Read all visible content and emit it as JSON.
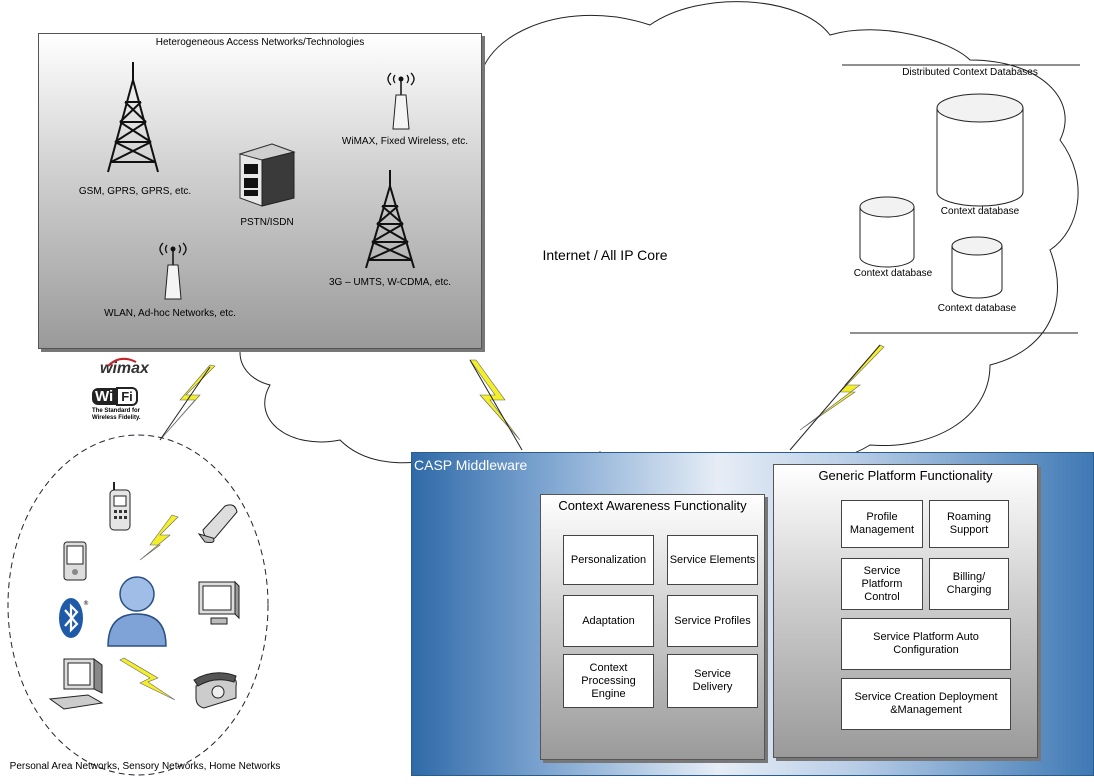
{
  "access_networks": {
    "title": "Heterogeneous Access Networks/Technologies",
    "gsm_label": "GSM, GPRS, GPRS, etc.",
    "pstn_label": "PSTN/ISDN",
    "wimax_label": "WiMAX, Fixed Wireless, etc.",
    "umts_label": "3G – UMTS, W-CDMA, etc.",
    "wlan_label": "WLAN, Ad-hoc Networks, etc."
  },
  "core": {
    "label": "Internet / All IP Core"
  },
  "databases": {
    "title": "Distributed Context Databases",
    "db1": "Context database",
    "db2": "Context database",
    "db3": "Context database"
  },
  "logos": {
    "wimax": "wimax",
    "wifi_a": "Wi",
    "wifi_b": "Fi",
    "wifi_tagline1": "The Standard for",
    "wifi_tagline2": "Wireless Fidelity."
  },
  "pan": {
    "label": "Personal Area Networks, Sensory Networks, Home Networks"
  },
  "middleware": {
    "title": "CASP Middleware",
    "context_awareness": {
      "title": "Context Awareness Functionality",
      "personalization": "Personalization",
      "service_elements": "Service Elements",
      "adaptation": "Adaptation",
      "service_profiles": "Service Profiles",
      "processing_engine": "Context Processing Engine",
      "service_delivery": "Service Delivery"
    },
    "generic_platform": {
      "title": "Generic Platform Functionality",
      "profile_mgmt": "Profile Management",
      "roaming": "Roaming Support",
      "platform_control": "Service Platform Control",
      "billing": "Billing/ Charging",
      "auto_config": "Service Platform Auto Configuration",
      "creation": "Service Creation Deployment &Management"
    }
  }
}
